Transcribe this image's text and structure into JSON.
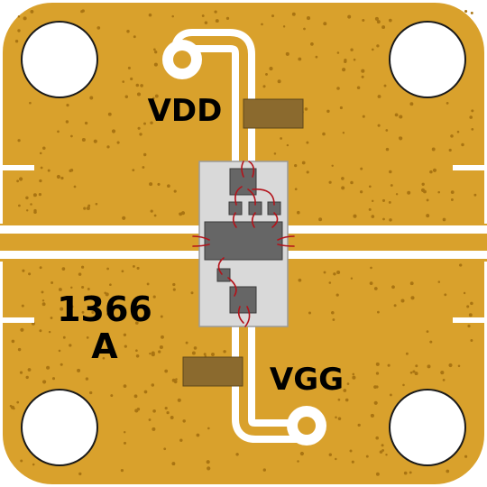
{
  "colors": {
    "gold": "#d9a12c",
    "gold_dot": "#a97412",
    "gold_edge": "#c08a22",
    "white": "#ffffff",
    "die": "#d9d9d9",
    "die_edge": "#9a9a9a",
    "chip": "#666666",
    "chip_edge": "#3a3a3a",
    "cap": "#8b6a2e",
    "wire": "#b3121a",
    "text": "#000000"
  },
  "labels": {
    "vdd": "VDD",
    "vgg": "VGG",
    "part_number": "1366",
    "revision": "A"
  }
}
